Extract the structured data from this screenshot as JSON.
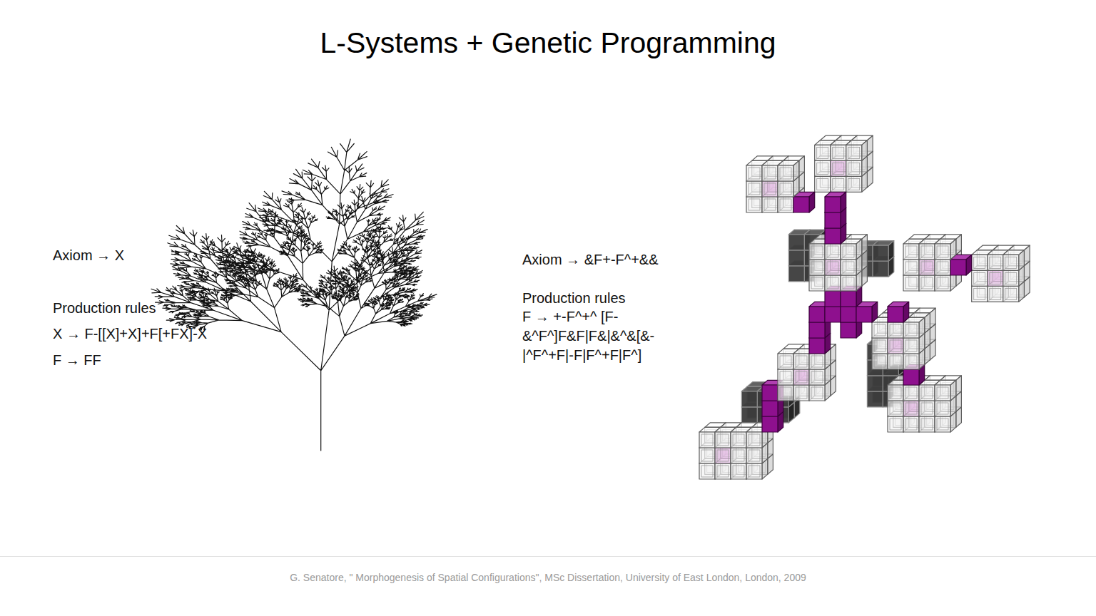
{
  "diagram": {
    "title": "L-Systems + Genetic Programming",
    "caption": "G. Senatore, \" Morphogenesis of Spatial Configurations\", MSc Dissertation, University of East London, London, 2009",
    "labels": [
      "Axiom → X",
      "Production rules",
      "X → F-[[X]+X]+F[+FX]-X",
      "F → FF",
      "Axiom → &F+-F^+&&",
      "Production rules",
      "F → +-F^+^ [F- &^F^]F&F|F&|&^&[&- |^F^+F|-F|F^+F|F^]"
    ]
  }
}
